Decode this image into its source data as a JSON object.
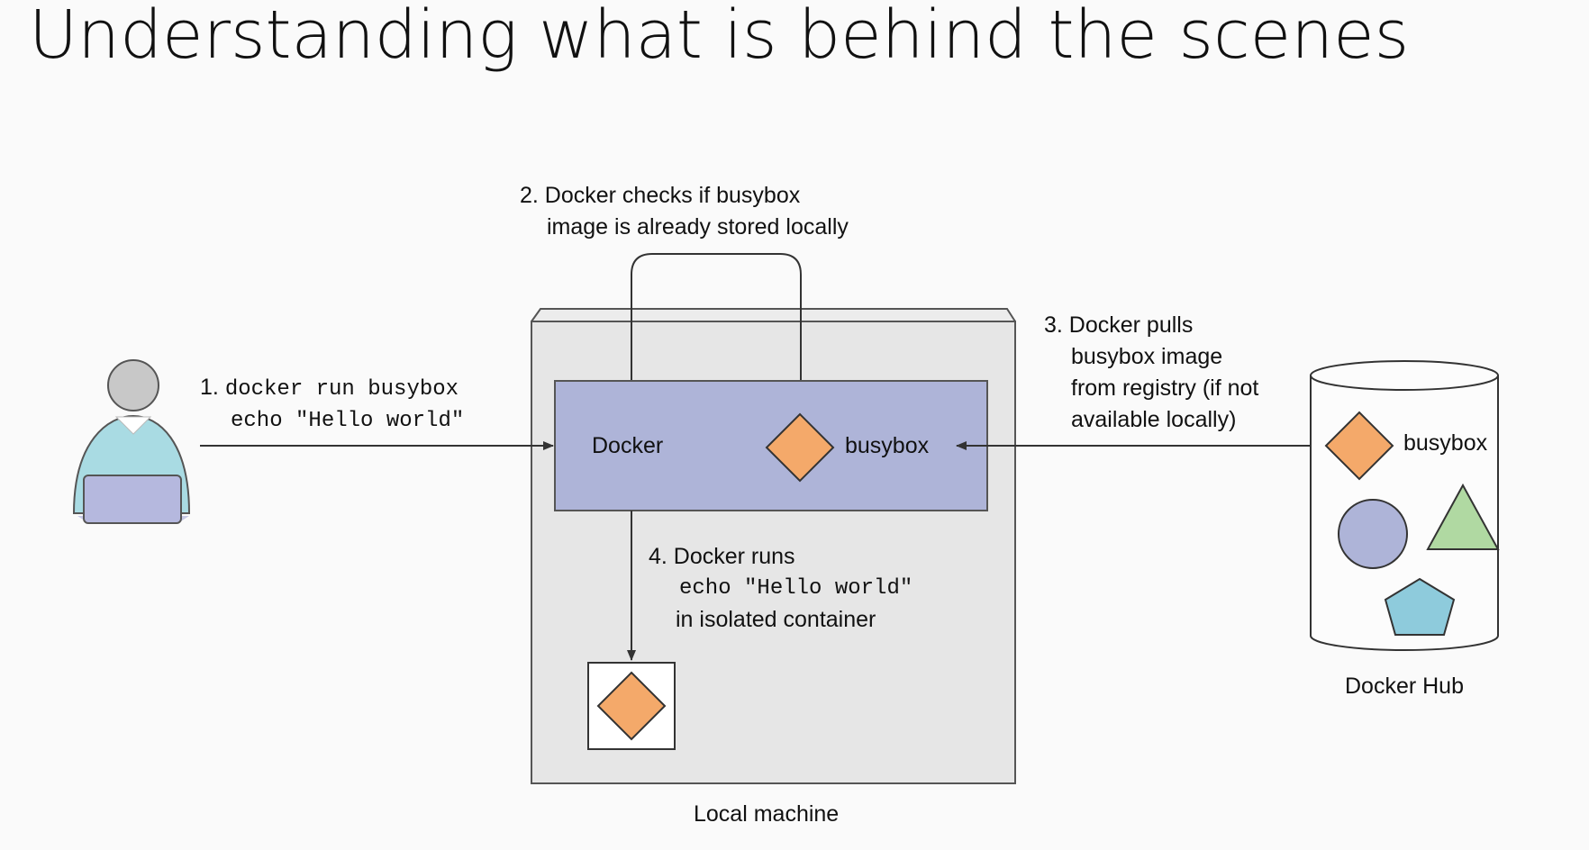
{
  "slide": {
    "title": "Understanding what is behind the scenes"
  },
  "diagram": {
    "steps": {
      "step1": {
        "number": "1.",
        "command_line1": "docker run busybox",
        "command_line2": "echo \"Hello world\""
      },
      "step2": {
        "line1": "2. Docker checks if busybox",
        "line2": "image is already stored locally"
      },
      "step3": {
        "line1": "3. Docker pulls",
        "line2": "busybox image",
        "line3": "from registry (if not",
        "line4": "available locally)"
      },
      "step4": {
        "line1": "4. Docker runs",
        "command": "echo \"Hello world\"",
        "line3": "in isolated container"
      }
    },
    "local_machine": {
      "label": "Local machine",
      "docker_label": "Docker",
      "image_label": "busybox"
    },
    "registry": {
      "label": "Docker Hub",
      "image_label": "busybox"
    },
    "colors": {
      "docker_box": "#aeb4d8",
      "busybox_image": "#f4a96a",
      "circle_image": "#aeb4d8",
      "triangle_image": "#b0d9a2",
      "pentagon_image": "#8ecbdc",
      "user_body": "#a9dbe3",
      "laptop": "#b5b8de"
    }
  }
}
